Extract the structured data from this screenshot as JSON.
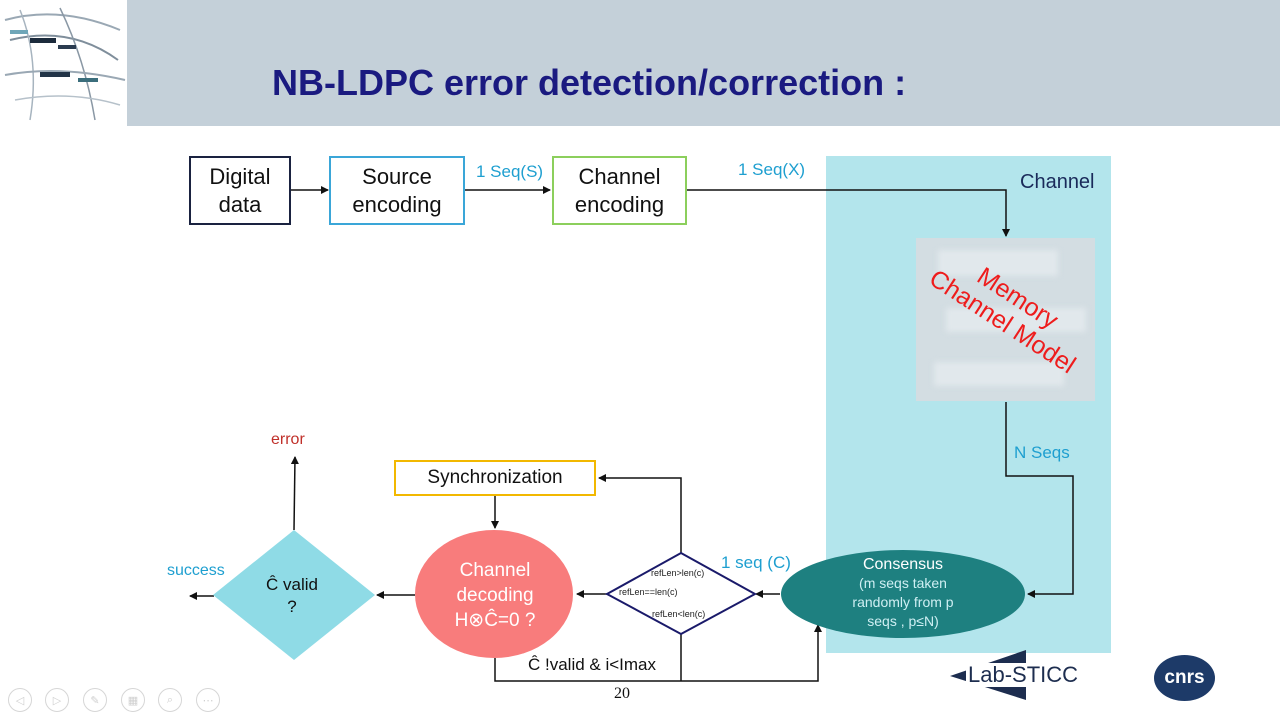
{
  "slide": {
    "title": "NB-LDPC error detection/correction :",
    "page_number": "20"
  },
  "blocks": {
    "digital_data": [
      "Digital",
      "data"
    ],
    "source_encoding": [
      "Source",
      "encoding"
    ],
    "channel_encoding": [
      "Channel",
      "encoding"
    ],
    "channel": "Channel",
    "memory_model": [
      "Memory",
      "Channel Model"
    ],
    "synchronization": "Synchronization",
    "channel_decoding": [
      "Channel",
      "decoding",
      "H⊗Ĉ=0 ?"
    ],
    "consensus_title": "Consensus",
    "consensus_lines": [
      "(m seqs taken",
      "randomly from  p",
      "seqs , p≤N)"
    ],
    "valid_check": [
      "Ĉ valid",
      "?"
    ]
  },
  "labels": {
    "seq_s": "1 Seq(S)",
    "seq_x": "1 Seq(X)",
    "n_seqs": "N Seqs",
    "seq_c": "1 seq (C)",
    "error": "error",
    "success": "success",
    "loop_condition": "Ĉ !valid & i<Imax",
    "ref_greater": "refLen>len(c)",
    "ref_equal": "refLen==len(c)",
    "ref_less": "refLen<len(c)"
  },
  "logos": {
    "lab": "Lab-STICC",
    "cnrs": "cnrs"
  },
  "colors": {
    "title": "#1a1a80",
    "header_bg": "#c4d0d9",
    "channel_area": "#b3e5ec",
    "source_border": "#3aa6d8",
    "channel_enc_border": "#8ccf5c",
    "sync_border": "#f2b800",
    "decoding_fill": "#f87c7c",
    "valid_fill": "#8fdbe6",
    "consensus_fill": "#1e8080",
    "memory_text": "#ee1c1c",
    "label_cyan": "#1e9fd0",
    "error_text": "#c0302a"
  }
}
